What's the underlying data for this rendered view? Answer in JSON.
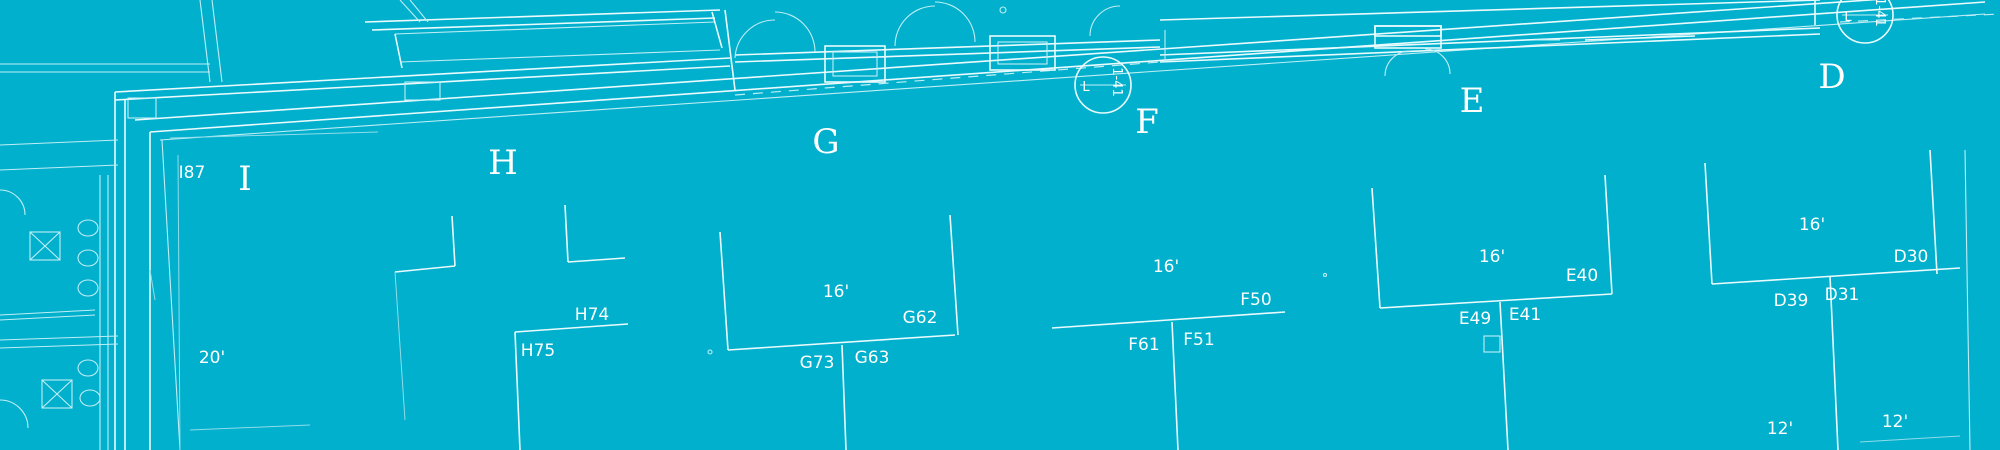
{
  "floorplan": {
    "sections": [
      "I",
      "H",
      "G",
      "F",
      "E",
      "D"
    ],
    "booths": [
      "I87",
      "H74",
      "H75",
      "G62",
      "G73",
      "G63",
      "F50",
      "F61",
      "F51",
      "E40",
      "E49",
      "E41",
      "D30",
      "D39",
      "D31"
    ],
    "dimensions": [
      "20'",
      "16'",
      "16'",
      "16'",
      "16'",
      "12'",
      "12'"
    ],
    "callouts": [
      "1-41",
      "1-41"
    ]
  }
}
